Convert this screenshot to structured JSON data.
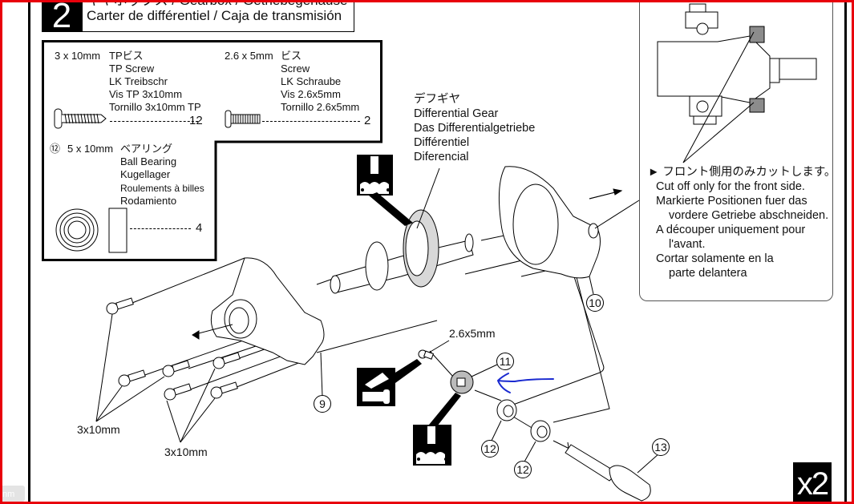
{
  "header": {
    "step_number": "2",
    "title_line1": "ギヤボックス / Gearbox / Getriebegehäuse",
    "title_line2": "Carter de différentiel / Caja de transmisión"
  },
  "parts_list": [
    {
      "size": "3 x 10mm",
      "names": [
        "TPビス",
        "TP Screw",
        "LK Treibschr",
        "Vis TP 3x10mm",
        "Tornillo 3x10mm TP"
      ],
      "quantity": "12",
      "icon": "tapping-screw-icon"
    },
    {
      "size": "2.6 x 5mm",
      "names": [
        "ビス",
        "Screw",
        "LK Schraube",
        "Vis 2.6x5mm",
        "Tornillo 2.6x5mm"
      ],
      "quantity": "2",
      "icon": "machine-screw-icon"
    },
    {
      "part_number": "⑫",
      "size": "5 x 10mm",
      "names": [
        "ベアリング",
        "Ball Bearing",
        "Kugellager",
        "Roulements à billes",
        "Rodamiento"
      ],
      "quantity": "4",
      "icon": "ball-bearing-icon"
    }
  ],
  "differential_label": [
    "デフギヤ",
    "Differential Gear",
    "Das Differentialgetriebe",
    "Différentiel",
    "Diferencial"
  ],
  "callout": {
    "lines": [
      "► フロント側用のみカットします。",
      "Cut off only for the front side.",
      "Markierte Positionen fuer das",
      "vordere Getriebe abschneiden.",
      "A découper uniquement pour",
      "l'avant.",
      "Cortar solamente en la",
      "parte delantera"
    ]
  },
  "callouts_numbers": {
    "housing_left": "9",
    "housing_right": "10",
    "pinion_gear": "11",
    "bearing_a": "12",
    "bearing_b": "12",
    "cup_joint": "13"
  },
  "dimension_labels": {
    "screw_small": "2.6x5mm",
    "screws_group_a": "3x10mm",
    "screws_group_b": "3x10mm"
  },
  "multiplier": "x2",
  "corner_tab": "nm",
  "annotation": {
    "arrow_color": "#1a2ad0"
  },
  "colors": {
    "frame_border": "#e8000b",
    "ink": "#111111",
    "grease_fill": "#c8c8c8"
  }
}
